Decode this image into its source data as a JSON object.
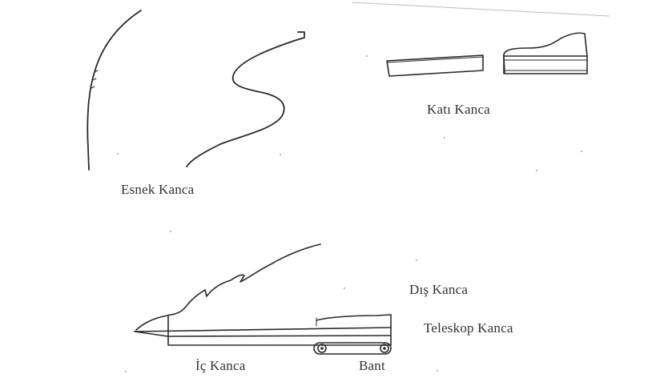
{
  "labels": {
    "esnek_kanca": "Esnek Kanca",
    "kati_kanca": "Katı Kanca",
    "dis_kanca": "Dış Kanca",
    "teleskop_kanca": "Teleskop Kanca",
    "ic_kanca": "İç Kanca",
    "bant": "Bant"
  },
  "colors": {
    "ink": "#2a2a2a",
    "paper": "#ffffff"
  }
}
